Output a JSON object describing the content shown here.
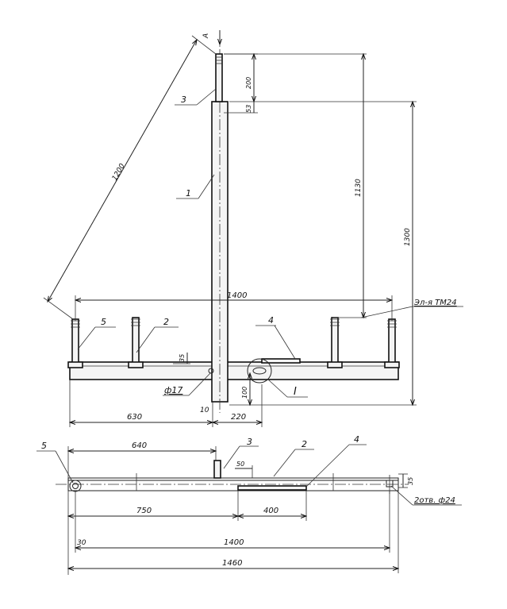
{
  "top_view": {
    "section_mark": "А",
    "leaders": [
      "3",
      "1",
      "5",
      "2",
      "4"
    ],
    "detail_mark": "I",
    "hole_label": "ф17",
    "anchor_note": "Эл-я ТМ24",
    "dims": {
      "d_1200": "1200",
      "d_200": "200",
      "d_53": "53",
      "d_1130": "1130",
      "d_1300": "1300",
      "d_1400": "1400",
      "d_35": "35",
      "d_100": "100",
      "d_630": "630",
      "d_10": "10",
      "d_220": "220"
    }
  },
  "bottom_view": {
    "leaders": [
      "5",
      "3",
      "2",
      "4"
    ],
    "holes_label": "2отв. ф24",
    "dims": {
      "d_640": "640",
      "d_50": "50",
      "d_35": "35",
      "d_750": "750",
      "d_400": "400",
      "d_30": "30",
      "d_1400": "1400",
      "d_1460": "1460"
    }
  }
}
